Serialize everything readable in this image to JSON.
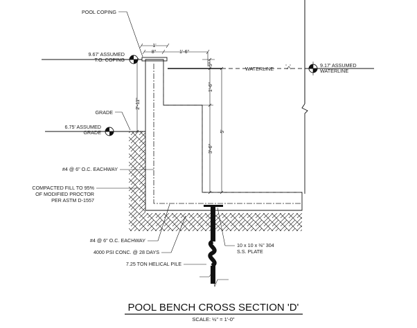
{
  "drawing": {
    "title": "POOL BENCH CROSS SECTION 'D'",
    "scale": "SCALE: ½\" = 1'-0\"",
    "labels": {
      "pool_coping": "POOL COPING",
      "coping_elev_1": "9.67' ASSUMED",
      "coping_elev_2": "T.O. COPING",
      "waterline": "WATERLINE",
      "waterline_elev_1": "9.17' ASSUMED",
      "waterline_elev_2": "WATERLINE",
      "grade": "GRADE",
      "grade_elev_1": "6.75' ASSUMED",
      "grade_elev_2": "GRADE",
      "rebar_wall": "#4 @ 6\" O.C. EACHWAY",
      "fill_1": "COMPACTED FILL TO 95%",
      "fill_2": "OF MODIFIED PROCTOR",
      "fill_3": "PER ASTM D-1557",
      "rebar_slab": "#4 @ 6\" O.C. EACHWAY",
      "concrete": "4000 PSI CONC. @ 28 DAYS",
      "pile": "7.25 TON HELICAL PILE",
      "plate_1": "10 x 10 x ⅜\" 304",
      "plate_2": "S.S. PLATE"
    },
    "dimensions": {
      "coping_width": "1'",
      "wall_width": "8\"",
      "bench_width": "1'-6\"",
      "coping_to_water": "5\"",
      "water_to_bench": "1'-6\"",
      "bench_to_floor": "3'-6\"",
      "water_depth": "5'",
      "wall_above_grade": "2'-11\""
    }
  }
}
